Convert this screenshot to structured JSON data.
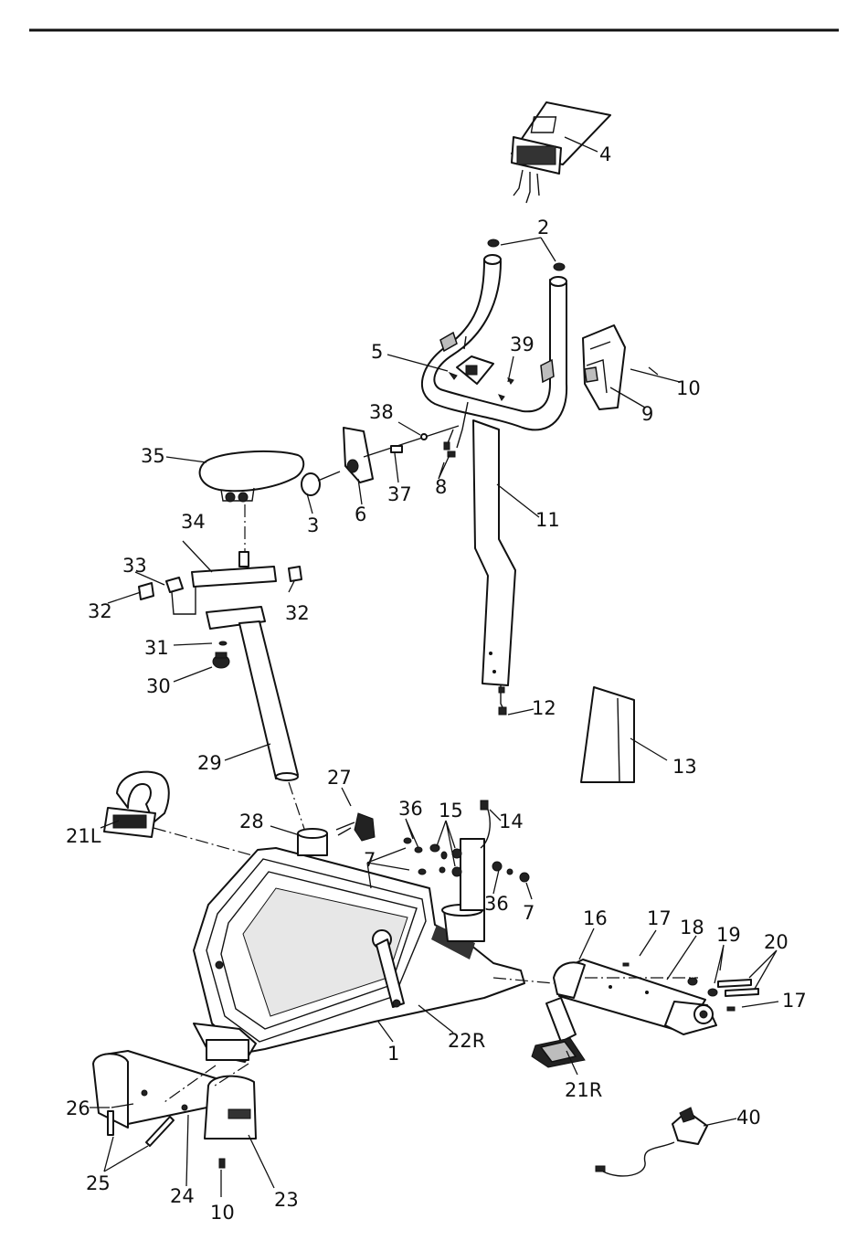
{
  "labels": {
    "l1": "1",
    "l2": "2",
    "l3": "3",
    "l4": "4",
    "l5": "5",
    "l6": "6",
    "l7a": "7",
    "l7b": "7",
    "l8": "8",
    "l9": "9",
    "l10a": "10",
    "l10b": "10",
    "l11": "11",
    "l12": "12",
    "l13": "13",
    "l14": "14",
    "l15": "15",
    "l16": "16",
    "l17a": "17",
    "l17b": "17",
    "l18": "18",
    "l19": "19",
    "l20": "20",
    "l21L": "21L",
    "l21R": "21R",
    "l22R": "22R",
    "l23": "23",
    "l24": "24",
    "l25": "25",
    "l26": "26",
    "l27": "27",
    "l28": "28",
    "l29": "29",
    "l30": "30",
    "l31": "31",
    "l32a": "32",
    "l32b": "32",
    "l33": "33",
    "l34": "34",
    "l35": "35",
    "l36a": "36",
    "l36b": "36",
    "l37": "37",
    "l38": "38",
    "l39": "39",
    "l40": "40"
  }
}
